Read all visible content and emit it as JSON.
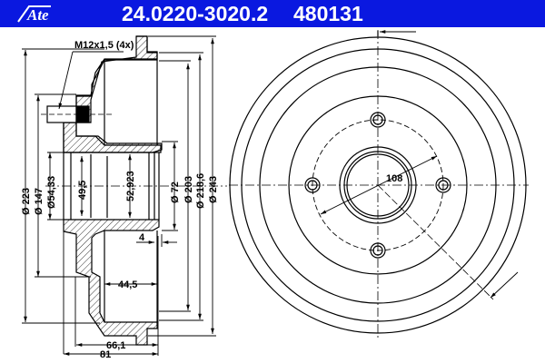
{
  "header": {
    "brand": "Ate",
    "part_number": "24.0220-3020.2",
    "reference_number": "480131",
    "background_color": "#0a18e0"
  },
  "side_view": {
    "thread_label": "M12x1,5 (4x)",
    "vertical_dimensions": {
      "d223": "Ø 223",
      "d147": "Ø 147",
      "d54": "Ø54,33",
      "h49": "49,5",
      "h52": "52,923",
      "d72": "Ø 72",
      "d203": "Ø 203",
      "d218": "Ø 218,6",
      "d243": "Ø 243"
    },
    "horizontal_dimensions": {
      "w4": "4",
      "w44": "44,5",
      "w66": "66,1",
      "w81": "81"
    }
  },
  "front_view": {
    "pcd_label": "108",
    "bolt_holes": 4
  }
}
